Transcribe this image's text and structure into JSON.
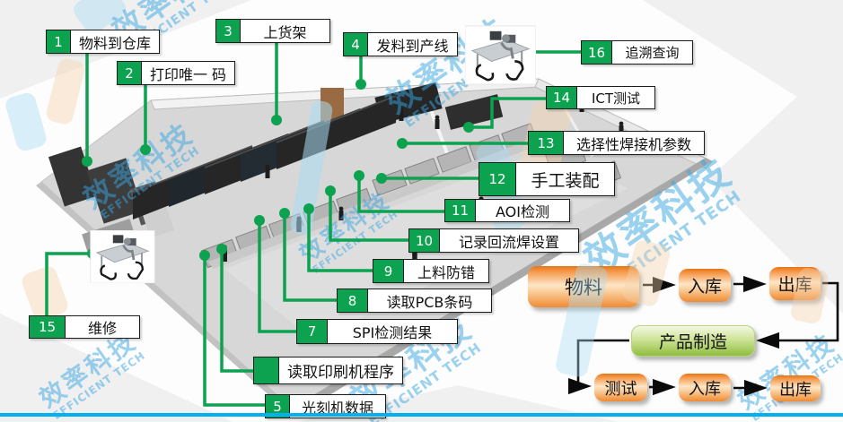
{
  "brand": {
    "watermark_cn": "效率科技",
    "watermark_en": "EFFICIENT TECH"
  },
  "callouts": [
    {
      "num": "1",
      "label": "物料到仓库"
    },
    {
      "num": "2",
      "label": "打印唯一 码"
    },
    {
      "num": "3",
      "label": "上货架"
    },
    {
      "num": "4",
      "label": "发料到产线"
    },
    {
      "num": "5",
      "label": "光刻机数据"
    },
    {
      "num": "",
      "label": "读取印刷机程序"
    },
    {
      "num": "7",
      "label": "SPI检测结果"
    },
    {
      "num": "8",
      "label": "读取PCB条码"
    },
    {
      "num": "9",
      "label": "上料防错"
    },
    {
      "num": "10",
      "label": "记录回流焊设置"
    },
    {
      "num": "11",
      "label": "AOI检测"
    },
    {
      "num": "12",
      "label": "手工装配"
    },
    {
      "num": "13",
      "label": "选择性焊接机参数"
    },
    {
      "num": "14",
      "label": "ICT测试"
    },
    {
      "num": "15",
      "label": "维修"
    },
    {
      "num": "16",
      "label": "追溯查询"
    }
  ],
  "flowchart": {
    "nodes": [
      {
        "id": "material",
        "label": "物料",
        "color": "orange"
      },
      {
        "id": "inbound-1",
        "label": "入库",
        "color": "orange"
      },
      {
        "id": "outbound-1",
        "label": "出库",
        "color": "orange"
      },
      {
        "id": "manufacturing",
        "label": "产品制造",
        "color": "green"
      },
      {
        "id": "test",
        "label": "测试",
        "color": "orange"
      },
      {
        "id": "inbound-2",
        "label": "入库",
        "color": "orange"
      },
      {
        "id": "outbound-2",
        "label": "出库",
        "color": "orange"
      }
    ]
  },
  "colors": {
    "callout_green": "#0ca24f",
    "connector_green": "#0ca24f",
    "flow_orange": "#ef8b33",
    "flow_green": "#8fbe3f",
    "bottom_bar": "#00b0f0",
    "watermark_blue": "#29abe2"
  }
}
